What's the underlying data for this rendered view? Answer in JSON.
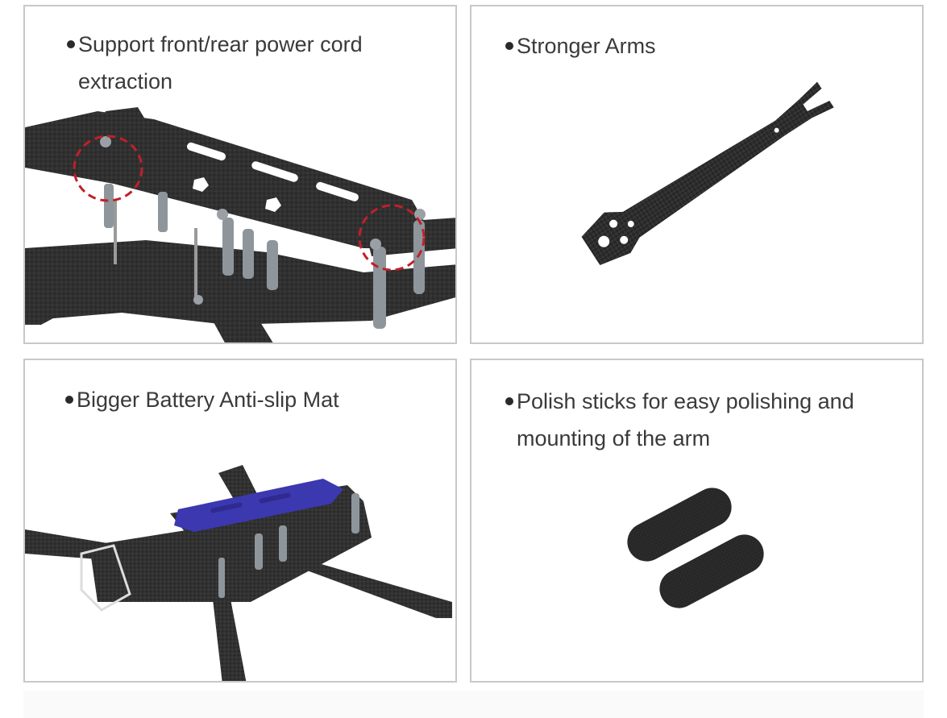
{
  "panels": [
    {
      "caption_lines": [
        "Support front/rear power cord",
        "extraction"
      ]
    },
    {
      "caption_lines": [
        "Stronger Arms"
      ]
    },
    {
      "caption_lines": [
        "Bigger Battery Anti-slip Mat"
      ]
    },
    {
      "caption_lines": [
        "Polish sticks for easy polishing and",
        "mounting of the arm"
      ]
    }
  ],
  "colors": {
    "carbon": "#2b2b2b",
    "carbon_light": "#4a4a4a",
    "standoff": "#8e969c",
    "highlight_circle": "#c0202a",
    "mat": "#3c38b0",
    "caption_text": "#3a3a3a",
    "panel_border": "#c8c8c8"
  },
  "icons": [
    "bullet-dot"
  ]
}
